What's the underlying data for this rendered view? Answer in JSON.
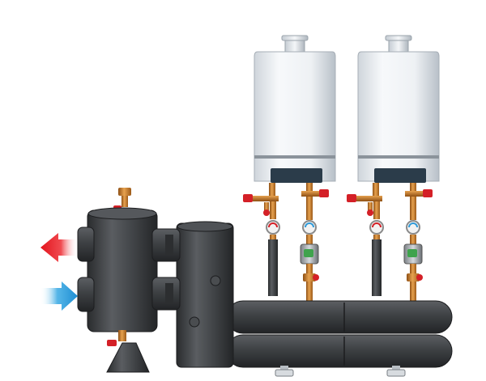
{
  "diagram": {
    "components": [
      {
        "id": "hydraulic-separator",
        "kind": "low-loss-header"
      },
      {
        "id": "boiler-1",
        "kind": "wall-hung-boiler"
      },
      {
        "id": "boiler-2",
        "kind": "wall-hung-boiler"
      },
      {
        "id": "distribution-manifold",
        "kind": "insulated-manifold"
      }
    ],
    "flows": [
      {
        "id": "supply-flow",
        "direction": "left",
        "color": "#e8232b"
      },
      {
        "id": "return-flow",
        "direction": "right",
        "color": "#2f9ad8"
      }
    ],
    "colors": {
      "insulation": "#3b3d40",
      "brass": "#c8792b",
      "boiler-body": "#e6eaee",
      "valve-red": "#d42027",
      "gauge-green": "#3fa34d"
    }
  }
}
